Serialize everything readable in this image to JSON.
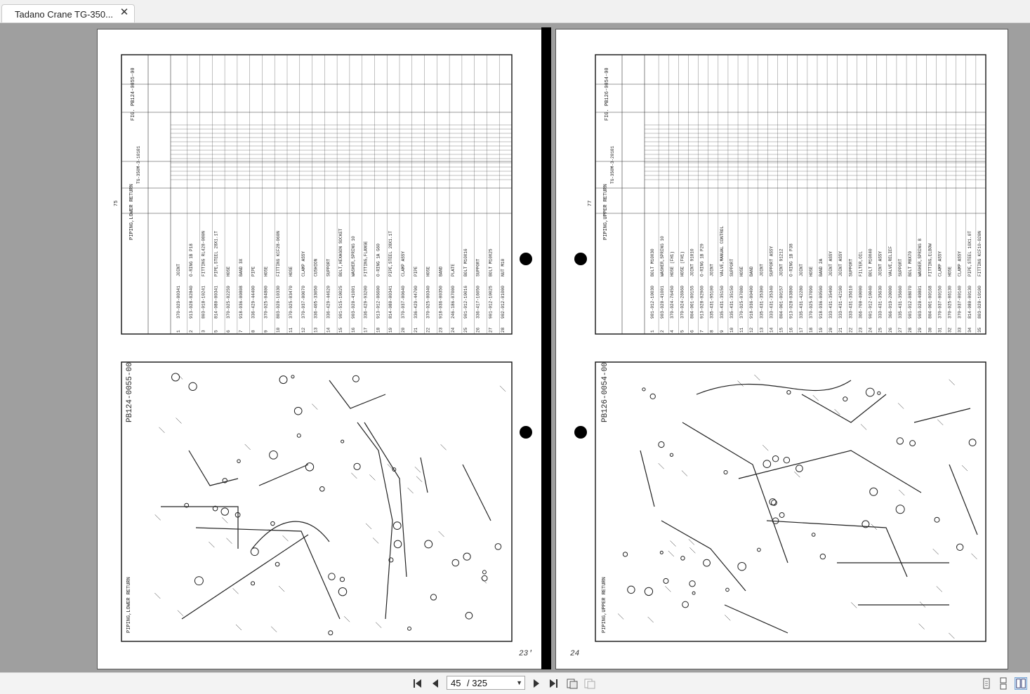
{
  "tab": {
    "title": "Tadano Crane TG-350...",
    "close_glyph": "✕"
  },
  "toolbar": {
    "page_current": "45",
    "page_total": "325",
    "page_separator": "/",
    "dropdown_glyph": "▼"
  },
  "left_page": {
    "parts_table_header": "PIPING,LOWER RETURN",
    "fig_number": "FIG. PB124-0055-00",
    "serial_ref": "TG-350M-3-10101",
    "diagram_label": "PB124-0055-00",
    "page_top_number": "75",
    "diagram_title": "PIPING,LOWER RETURN",
    "handwritten_page": "23'",
    "part_rows": [
      {
        "no": "1",
        "part": "370-029-00341",
        "name": "JOINT"
      },
      {
        "no": "2",
        "part": "913-028-02840",
        "name": "O-RING 1B P18"
      },
      {
        "no": "3",
        "part": "803-018-10241",
        "name": "FITTING RL428-080N"
      },
      {
        "no": "5",
        "part": "814-080-00341",
        "name": "PIPE,STEEL 28X1.1T"
      },
      {
        "no": "6",
        "part": "370-025-02259",
        "name": "HOSE"
      },
      {
        "no": "7",
        "part": "918-036-00808",
        "name": "BAND 3X"
      },
      {
        "no": "8",
        "part": "336-429-44400",
        "name": "PIPE"
      },
      {
        "no": "9",
        "part": "370-025-04800",
        "name": "HOSE"
      },
      {
        "no": "10",
        "part": "803-020-10330",
        "name": "FITTING KCF28-060N"
      },
      {
        "no": "11",
        "part": "370-025-03470",
        "name": "HOSE"
      },
      {
        "no": "12",
        "part": "370-037-00070",
        "name": "CLAMP ASSY"
      },
      {
        "no": "13",
        "part": "336-405-33050",
        "name": "CUSHION"
      },
      {
        "no": "14",
        "part": "336-429-44620",
        "name": "SUPPORT"
      },
      {
        "no": "15",
        "part": "901-515-10025",
        "name": "BOLT,HEXAGON SOCKET"
      },
      {
        "no": "16",
        "part": "903-020-41001",
        "name": "WASHER,SPRING 10"
      },
      {
        "no": "17",
        "part": "336-429-93200",
        "name": "FITTING,FLANGE"
      },
      {
        "no": "18",
        "part": "913-012-06600",
        "name": "O-RING 1A G60"
      },
      {
        "no": "19",
        "part": "814-080-00341",
        "name": "PIPE,STEEL 28X1.1T"
      },
      {
        "no": "20",
        "part": "370-037-00640",
        "name": "CLAMP ASSY"
      },
      {
        "no": "21",
        "part": "336-429-44700",
        "name": "PIPE"
      },
      {
        "no": "22",
        "part": "370-025-00340",
        "name": "HOSE"
      },
      {
        "no": "23",
        "part": "918-036-00350",
        "name": "BAND"
      },
      {
        "no": "24",
        "part": "246-186-07000",
        "name": "PLATE"
      },
      {
        "no": "25",
        "part": "901-012-10016",
        "name": "BOLT M10X16"
      },
      {
        "no": "26",
        "part": "336-417-16050",
        "name": "SUPPORT"
      },
      {
        "no": "27",
        "part": "901-012-10025",
        "name": "BOLT M10X25"
      },
      {
        "no": "28",
        "part": "902-012-01000",
        "name": "NUT M10"
      }
    ]
  },
  "right_page": {
    "parts_table_header": "PIPING,UPPER RETURN",
    "fig_number": "FIG. PB126-0054-00",
    "serial_ref": "TG-350M-3-20101",
    "diagram_label": "PB126-0054-00",
    "page_top_number": "77",
    "diagram_title": "PIPING,UPPER RETURN",
    "handwritten_page": "24",
    "part_rows": [
      {
        "no": "1",
        "part": "901-012-10030",
        "name": "BOLT M10X30"
      },
      {
        "no": "2",
        "part": "903-020-41001",
        "name": "WASHER,SPRING 10"
      },
      {
        "no": "4",
        "part": "370-024-76450",
        "name": "HOSE (FH1)"
      },
      {
        "no": "5",
        "part": "370-024-26960",
        "name": "HOSE (FH1)"
      },
      {
        "no": "6",
        "part": "804-001-00155",
        "name": "JOINT 91010"
      },
      {
        "no": "7",
        "part": "913-028-02960",
        "name": "O-RING 1B P29"
      },
      {
        "no": "8",
        "part": "335-431-95100",
        "name": "JOINT"
      },
      {
        "no": "9",
        "part": "335-431-35150",
        "name": "VALVE,MANUAL CONTROL"
      },
      {
        "no": "10",
        "part": "335-431-35150",
        "name": "SUPPORT"
      },
      {
        "no": "11",
        "part": "370-025-07080",
        "name": "HOSE"
      },
      {
        "no": "12",
        "part": "918-036-00400",
        "name": "BAND"
      },
      {
        "no": "13",
        "part": "335-431-35300",
        "name": "JOINT"
      },
      {
        "no": "14",
        "part": "333-431-35340",
        "name": "SUPPORT ASSY"
      },
      {
        "no": "15",
        "part": "804-001-00157",
        "name": "JOINT 91212"
      },
      {
        "no": "16",
        "part": "913-028-03800",
        "name": "O-RING 1B P38"
      },
      {
        "no": "17",
        "part": "335-431-42280",
        "name": "JOINT"
      },
      {
        "no": "18",
        "part": "370-025-07090",
        "name": "HOSE"
      },
      {
        "no": "19",
        "part": "918-036-00500",
        "name": "BAND 2A"
      },
      {
        "no": "20",
        "part": "333-431-35400",
        "name": "JOINT ASSY"
      },
      {
        "no": "21",
        "part": "333-431-42100",
        "name": "JOINT ASSY"
      },
      {
        "no": "22",
        "part": "333-431-35610",
        "name": "SUPPORT"
      },
      {
        "no": "23",
        "part": "366-700-40000",
        "name": "FILTER,OIL"
      },
      {
        "no": "24",
        "part": "901-012-10040",
        "name": "BOLT M10X40"
      },
      {
        "no": "25",
        "part": "333-431-35630",
        "name": "JOINT ASSY"
      },
      {
        "no": "26",
        "part": "366-019-20000",
        "name": "VALVE,RELIEF"
      },
      {
        "no": "27",
        "part": "335-431-35660",
        "name": "SUPPORT"
      },
      {
        "no": "28",
        "part": "901-012-08070",
        "name": "BOLT M8X70"
      },
      {
        "no": "29",
        "part": "903-020-40801",
        "name": "WASHER,SPRING 8"
      },
      {
        "no": "30",
        "part": "804-001-00168",
        "name": "FITTING,ELBOW"
      },
      {
        "no": "31",
        "part": "370-037-00150",
        "name": "CLAMP ASSY"
      },
      {
        "no": "32",
        "part": "370-025-06130",
        "name": "HOSE"
      },
      {
        "no": "33",
        "part": "370-037-00140",
        "name": "CLAMP ASSY"
      },
      {
        "no": "34",
        "part": "814-080-00130",
        "name": "PIPE,STEEL 10X1.0T"
      },
      {
        "no": "35",
        "part": "803-020-10100",
        "name": "FITTING KCF10-020N"
      }
    ]
  }
}
